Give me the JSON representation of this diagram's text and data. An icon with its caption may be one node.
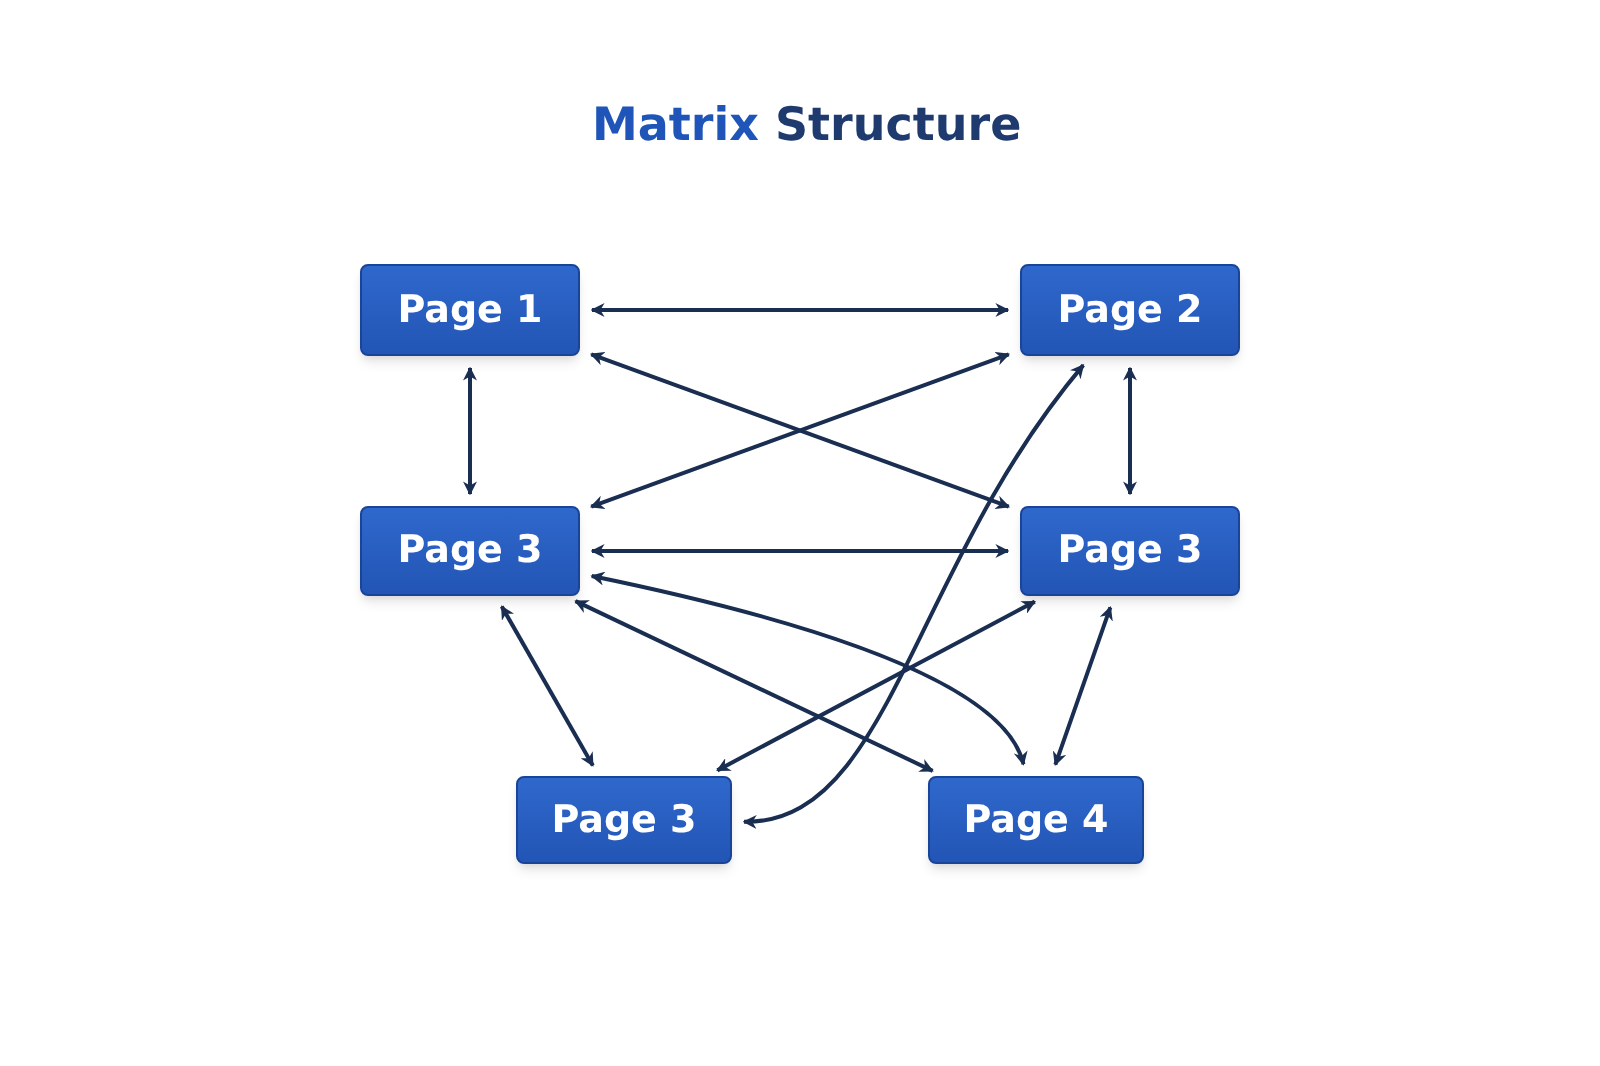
{
  "diagram": {
    "title": "**Matrix** Structure",
    "nodes": [
      {
        "text": [
          "Page 1"
        ]
      },
      {
        "text": [
          "Page 2"
        ]
      },
      {
        "text": [
          "Page 3"
        ]
      },
      {
        "text": [
          "Page 3"
        ]
      },
      {
        "text": [
          "Page 3"
        ]
      },
      {
        "text": [
          "Page 4"
        ]
      }
    ],
    "edges": [
      {
        "from": 0,
        "to": 1,
        "arrow": "both"
      },
      {
        "from": 0,
        "to": 2,
        "arrow": "both"
      },
      {
        "from": 1,
        "to": 3,
        "arrow": "both"
      },
      {
        "from": 2,
        "to": 3,
        "arrow": "both"
      },
      {
        "from": 0,
        "to": 3,
        "arrow": "both"
      },
      {
        "from": 1,
        "to": 2,
        "arrow": "both"
      },
      {
        "from": 2,
        "to": 4,
        "arrow": "both"
      },
      {
        "from": 2,
        "to": 5,
        "arrow": "both"
      },
      {
        "from": 2,
        "to": 5,
        "arrow": "both"
      },
      {
        "from": 4,
        "to": 3,
        "arrow": "both"
      },
      {
        "from": 4,
        "to": 1,
        "arrow": "both"
      },
      {
        "from": 5,
        "to": 3,
        "arrow": "both"
      }
    ]
  }
}
